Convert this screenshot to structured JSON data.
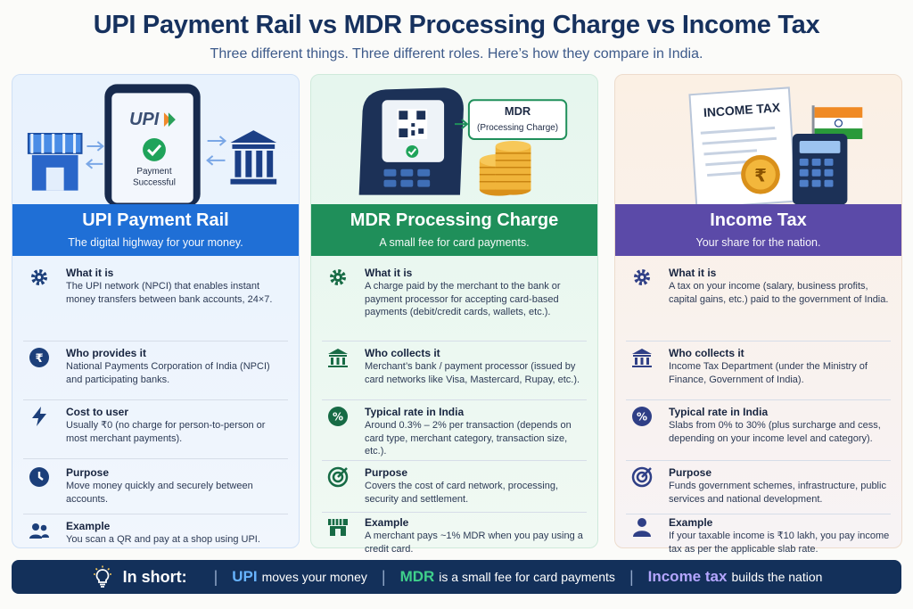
{
  "header": {
    "title": "UPI Payment Rail vs MDR Processing Charge vs Income Tax",
    "subtitle": "Three different things. Three different roles. Here’s how they compare in India."
  },
  "upi": {
    "illus": {
      "brand": "UPI",
      "status": "Payment\nSuccessful"
    },
    "title": "UPI Payment Rail",
    "tagline": "The digital highway for your money.",
    "rows": [
      {
        "label": "What it is",
        "text": "The UPI network (NPCI) that enables instant money transfers between bank accounts, 24×7."
      },
      {
        "label": "Who provides it",
        "text": "National Payments Corporation of India (NPCI) and participating banks."
      },
      {
        "label": "Cost to user",
        "text": "Usually ₹0 (no charge for person-to-person or most merchant payments)."
      },
      {
        "label": "Purpose",
        "text": "Move money quickly and securely between accounts."
      },
      {
        "label": "Example",
        "text": "You scan a QR and pay at a shop using UPI."
      }
    ]
  },
  "mdr": {
    "illus": {
      "tag_title": "MDR",
      "tag_sub": "(Processing Charge)"
    },
    "title": "MDR Processing Charge",
    "tagline": "A small fee for card payments.",
    "rows": [
      {
        "label": "What it is",
        "text": "A charge paid by the merchant to the bank or payment processor for accepting card-based payments (debit/credit cards, wallets, etc.)."
      },
      {
        "label": "Who collects it",
        "text": "Merchant’s bank / payment processor (issued by card networks like Visa, Mastercard, Rupay, etc.)."
      },
      {
        "label": "Typical rate in India",
        "text": "Around 0.3% – 2% per transaction (depends on card type, merchant category, transaction size, etc.)."
      },
      {
        "label": "Purpose",
        "text": "Covers the cost of card network, processing, security and settlement."
      },
      {
        "label": "Example",
        "text": "A merchant pays ~1% MDR when you pay using a credit card."
      }
    ]
  },
  "tax": {
    "illus": {
      "doc_title": "INCOME TAX",
      "coin": "₹"
    },
    "title": "Income Tax",
    "tagline": "Your share for the nation.",
    "rows": [
      {
        "label": "What it is",
        "text": "A tax on your income (salary, business profits, capital gains, etc.) paid to the government of India."
      },
      {
        "label": "Who collects it",
        "text": "Income Tax Department (under the Ministry of Finance, Government of India)."
      },
      {
        "label": "Typical rate in India",
        "text": "Slabs from 0% to 30% (plus surcharge and cess, depending on your income level and category)."
      },
      {
        "label": "Purpose",
        "text": "Funds government schemes, infrastructure, public services and national development."
      },
      {
        "label": "Example",
        "text": "If your taxable income is ₹10 lakh, you pay income tax as per the applicable slab rate."
      }
    ]
  },
  "footer": {
    "lead": "In short:",
    "k1": "UPI",
    "t1": "moves your money",
    "k2": "MDR",
    "t2": "is a small fee for card payments",
    "k3": "Income tax",
    "t3": "builds the nation"
  },
  "colors": {
    "upi": "#1f6fd6",
    "mdr": "#1f8f5a",
    "tax": "#5b4aa8",
    "footer": "#13305a"
  }
}
